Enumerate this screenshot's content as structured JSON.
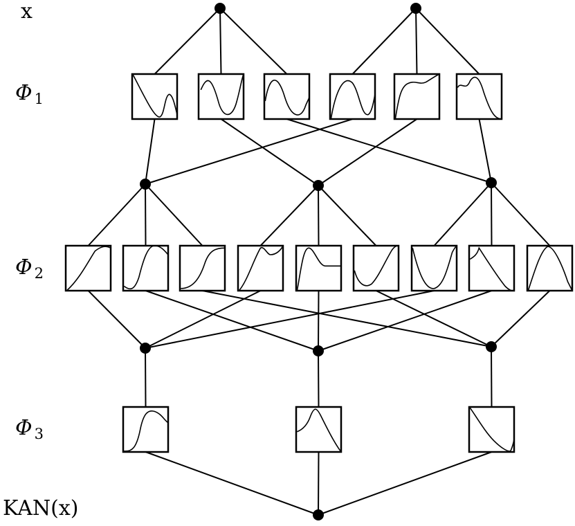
{
  "labels": {
    "input": "x",
    "phi_symbol": "Φ",
    "layer1_index": "1",
    "layer2_index": "2",
    "layer3_index": "3",
    "output": "KAN(x)"
  },
  "colors": {
    "ink": "#000000",
    "background": "#ffffff"
  }
}
